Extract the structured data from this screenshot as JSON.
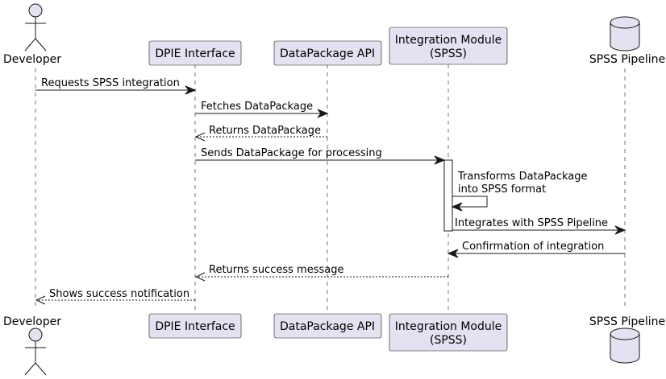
{
  "participants": {
    "developer": {
      "label": "Developer",
      "kind": "actor"
    },
    "dpie": {
      "label": "DPIE Interface",
      "kind": "box"
    },
    "api": {
      "label": "DataPackage API",
      "kind": "box"
    },
    "module": {
      "label_line1": "Integration Module",
      "label_line2": "(SPSS)",
      "kind": "box"
    },
    "pipeline": {
      "label": "SPSS Pipeline",
      "kind": "database"
    }
  },
  "messages": [
    {
      "from": "developer",
      "to": "dpie",
      "text": "Requests SPSS integration",
      "style": "solid"
    },
    {
      "from": "dpie",
      "to": "api",
      "text": "Fetches DataPackage",
      "style": "solid"
    },
    {
      "from": "api",
      "to": "dpie",
      "text": "Returns DataPackage",
      "style": "dashed"
    },
    {
      "from": "dpie",
      "to": "module",
      "text": "Sends DataPackage for processing",
      "style": "solid"
    },
    {
      "from": "module",
      "to": "module",
      "text_line1": "Transforms DataPackage",
      "text_line2": "into SPSS format",
      "style": "solid"
    },
    {
      "from": "module",
      "to": "pipeline",
      "text": "Integrates with SPSS Pipeline",
      "style": "solid"
    },
    {
      "from": "pipeline",
      "to": "module",
      "text": "Confirmation of integration",
      "style": "solid"
    },
    {
      "from": "module",
      "to": "dpie",
      "text": "Returns success message",
      "style": "dashed"
    },
    {
      "from": "dpie",
      "to": "developer",
      "text": "Shows success notification",
      "style": "dashed"
    }
  ],
  "colors": {
    "participant_fill": "#e2e2f0",
    "line": "#181818",
    "text": "#000000",
    "activation_fill": "#ffffff"
  }
}
